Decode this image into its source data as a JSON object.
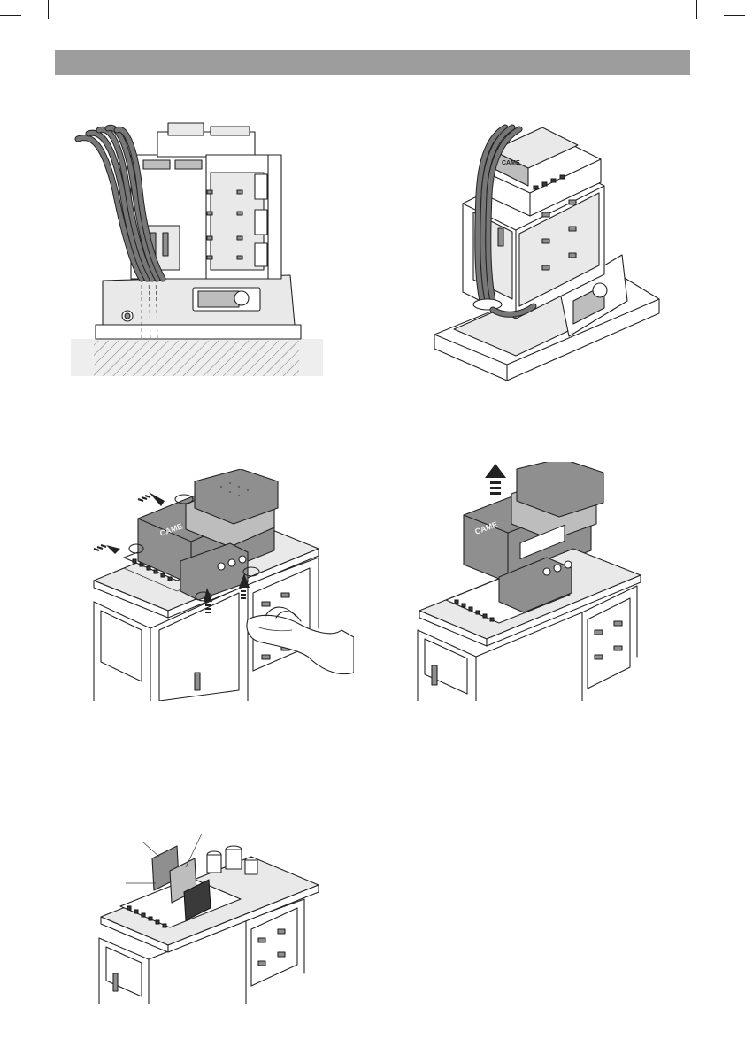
{
  "header": {
    "bar_color": "#9d9d9d"
  },
  "figures": [
    {
      "id": "fig-cables-side-view",
      "icon": "cable-routing-side-illustration"
    },
    {
      "id": "fig-cables-iso-view",
      "icon": "cable-routing-iso-illustration"
    },
    {
      "id": "fig-cover-release",
      "icon": "cover-release-illustration"
    },
    {
      "id": "fig-cover-removed",
      "icon": "cover-lift-illustration"
    },
    {
      "id": "fig-board-cards",
      "icon": "plug-in-cards-illustration"
    }
  ],
  "brand_logo_text": "CAME"
}
